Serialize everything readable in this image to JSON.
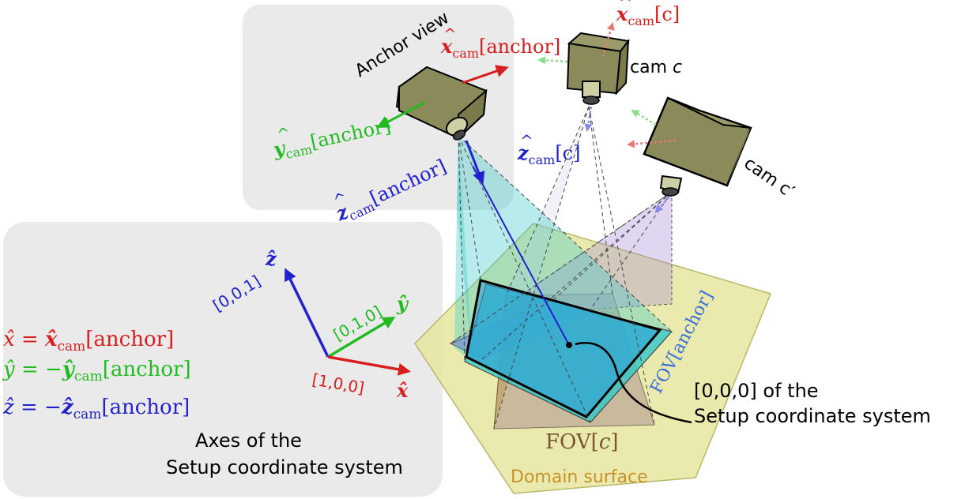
{
  "colors": {
    "red": "#d81e1e",
    "green": "#22bb22",
    "blue": "#2222cc",
    "brown": "#7a5533",
    "camera_body": "#8a8a5a",
    "panel_gray": "#eaeaea",
    "domain_fill": "#e6e6a0",
    "fov_anchor_fill": "#35c8c8",
    "fov_c_fill": "#b89868",
    "fov_c_prime_fill": "#9a7ad0",
    "label_blue": "#3a6fd8",
    "domain_label": "#c8922a"
  },
  "anchor_view": {
    "title": "Anchor view",
    "x_label_base": "x",
    "x_label_sub": "cam",
    "x_label_bracket": "[anchor]",
    "y_label_base": "y",
    "y_label_sub": "cam",
    "y_label_bracket": "[anchor]",
    "z_label_base": "z",
    "z_label_sub": "cam",
    "z_label_bracket": "[anchor]"
  },
  "cam_c": {
    "name": "cam",
    "name_var": "c",
    "x_label_base": "x",
    "x_label_sub": "cam",
    "x_label_bracket": "[c]",
    "z_label_base": "z",
    "z_label_sub": "cam",
    "z_label_bracket": "[c]"
  },
  "cam_c_prime": {
    "name": "cam c′"
  },
  "axes_panel": {
    "caption_line1": "Axes of the",
    "caption_line2": "Setup coordinate system",
    "z_axis_label": "ẑ",
    "y_axis_label": "ŷ",
    "x_axis_label": "x̂",
    "z_vector": "[0,0,1]",
    "y_vector": "[0,1,0]",
    "x_vector": "[1,0,0]",
    "eq_x": "x̂ = x̂cam[anchor]",
    "eq_x_lhs": "x̂ = ",
    "eq_x_base": "x̂",
    "eq_x_sub": "cam",
    "eq_x_bracket": "[anchor]",
    "eq_y_lhs": "ŷ = −",
    "eq_y_base": "ŷ",
    "eq_y_sub": "cam",
    "eq_y_bracket": "[anchor]",
    "eq_z_lhs": "ẑ = −",
    "eq_z_base": "ẑ",
    "eq_z_sub": "cam",
    "eq_z_bracket": "[anchor]"
  },
  "scene": {
    "fov_anchor_label": "FOV[anchor]",
    "fov_c_label_prefix": "FOV[",
    "fov_c_label_var": "c",
    "fov_c_label_suffix": "]",
    "origin_line1": "[0,0,0] of the",
    "origin_line2": "Setup coordinate system",
    "domain_label": "Domain surface"
  }
}
